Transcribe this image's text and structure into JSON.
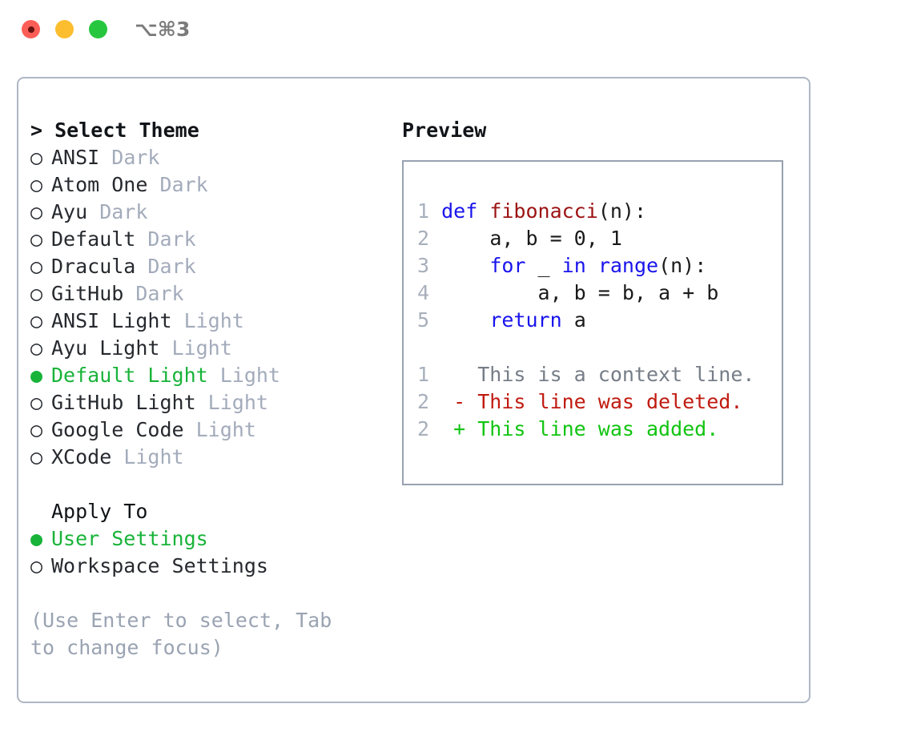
{
  "window": {
    "shortcut": "⌥⌘3",
    "traffic_lights": [
      {
        "name": "close",
        "color": "#fb5e56"
      },
      {
        "name": "minimize",
        "color": "#fcbd2e"
      },
      {
        "name": "maximize",
        "color": "#26c73f"
      }
    ]
  },
  "colors": {
    "selected_green": "#18b339",
    "muted_gray": "#a3abbb",
    "keyword_blue": "#1914ec",
    "function_red": "#9c1313",
    "diff_deleted": "#c01b10",
    "diff_added": "#11c411",
    "panel_border": "#aeb7c4",
    "preview_border": "#97a1af"
  },
  "theme_picker": {
    "title": "Select Theme",
    "prompt_marker": ">",
    "bullet_selected": "●",
    "bullet_unselected": "○",
    "items": [
      {
        "name": "ANSI",
        "variant": "Dark",
        "selected": false
      },
      {
        "name": "Atom One",
        "variant": "Dark",
        "selected": false
      },
      {
        "name": "Ayu",
        "variant": "Dark",
        "selected": false
      },
      {
        "name": "Default",
        "variant": "Dark",
        "selected": false
      },
      {
        "name": "Dracula",
        "variant": "Dark",
        "selected": false
      },
      {
        "name": "GitHub",
        "variant": "Dark",
        "selected": false
      },
      {
        "name": "ANSI Light",
        "variant": "Light",
        "selected": false
      },
      {
        "name": "Ayu Light",
        "variant": "Light",
        "selected": false
      },
      {
        "name": "Default Light",
        "variant": "Light",
        "selected": true
      },
      {
        "name": "GitHub Light",
        "variant": "Light",
        "selected": false
      },
      {
        "name": "Google Code",
        "variant": "Light",
        "selected": false
      },
      {
        "name": "XCode",
        "variant": "Light",
        "selected": false
      }
    ]
  },
  "apply_to": {
    "header": "Apply To",
    "items": [
      {
        "name": "User Settings",
        "selected": true
      },
      {
        "name": "Workspace Settings",
        "selected": false
      }
    ]
  },
  "hint": "(Use Enter to select, Tab to change focus)",
  "preview": {
    "title": "Preview",
    "code_lines": [
      {
        "num": "1",
        "tokens": [
          {
            "t": "def",
            "c": "kw"
          },
          {
            "t": " ",
            "c": "pl"
          },
          {
            "t": "fibonacci",
            "c": "fn"
          },
          {
            "t": "(n):",
            "c": "pl"
          }
        ]
      },
      {
        "num": "2",
        "tokens": [
          {
            "t": "    a, b = 0, 1",
            "c": "pl"
          }
        ]
      },
      {
        "num": "3",
        "tokens": [
          {
            "t": "    ",
            "c": "pl"
          },
          {
            "t": "for",
            "c": "kw"
          },
          {
            "t": " _ ",
            "c": "pl"
          },
          {
            "t": "in",
            "c": "kw"
          },
          {
            "t": " ",
            "c": "pl"
          },
          {
            "t": "range",
            "c": "kw"
          },
          {
            "t": "(n):",
            "c": "pl"
          }
        ]
      },
      {
        "num": "4",
        "tokens": [
          {
            "t": "        a, b = b, a + b",
            "c": "pl"
          }
        ]
      },
      {
        "num": "5",
        "tokens": [
          {
            "t": "    ",
            "c": "pl"
          },
          {
            "t": "return",
            "c": "kw"
          },
          {
            "t": " a",
            "c": "pl"
          }
        ]
      }
    ],
    "diff_lines": [
      {
        "num": "1",
        "marker": " ",
        "text": "This is a context line.",
        "kind": "ctx"
      },
      {
        "num": "2",
        "marker": "-",
        "text": "This line was deleted.",
        "kind": "del"
      },
      {
        "num": "2",
        "marker": "+",
        "text": "This line was added.",
        "kind": "add"
      }
    ]
  }
}
